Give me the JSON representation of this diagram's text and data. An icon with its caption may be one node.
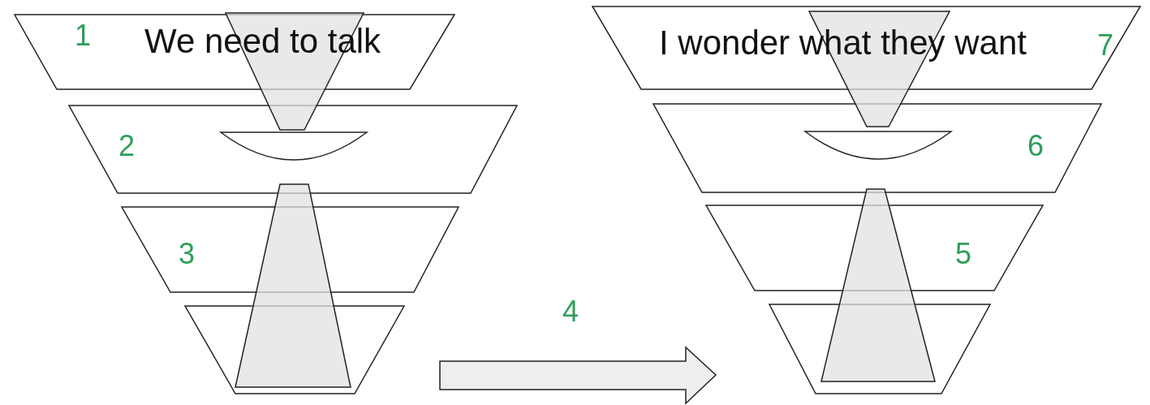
{
  "diagram": {
    "nodes": [
      {
        "text": [
          "1",
          "We need to talk"
        ]
      },
      {
        "text": [
          "2"
        ]
      },
      {
        "text": [
          "3"
        ]
      },
      {
        "text": [],
        "shape": "box"
      },
      {
        "text": [
          "I wonder what they want",
          "7"
        ]
      },
      {
        "text": [
          "6"
        ]
      },
      {
        "text": [
          "5"
        ]
      },
      {
        "text": [],
        "shape": "box"
      }
    ],
    "edges": [
      {
        "from": 3,
        "to": 7,
        "arrow": "to",
        "label": "4"
      }
    ]
  }
}
